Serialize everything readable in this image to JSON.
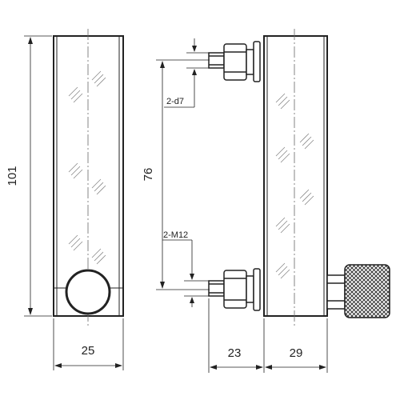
{
  "dimensions": {
    "overall_height": "101",
    "port_spacing": "76",
    "front_width": "25",
    "fitting_projection": "23",
    "side_width": "29"
  },
  "callouts": {
    "outlet_diameter": "2-d7",
    "thread_size": "2-M12"
  },
  "colors": {
    "line": "#222222",
    "glass_hatch": "#8a8a8a",
    "centerline": "#666666"
  }
}
